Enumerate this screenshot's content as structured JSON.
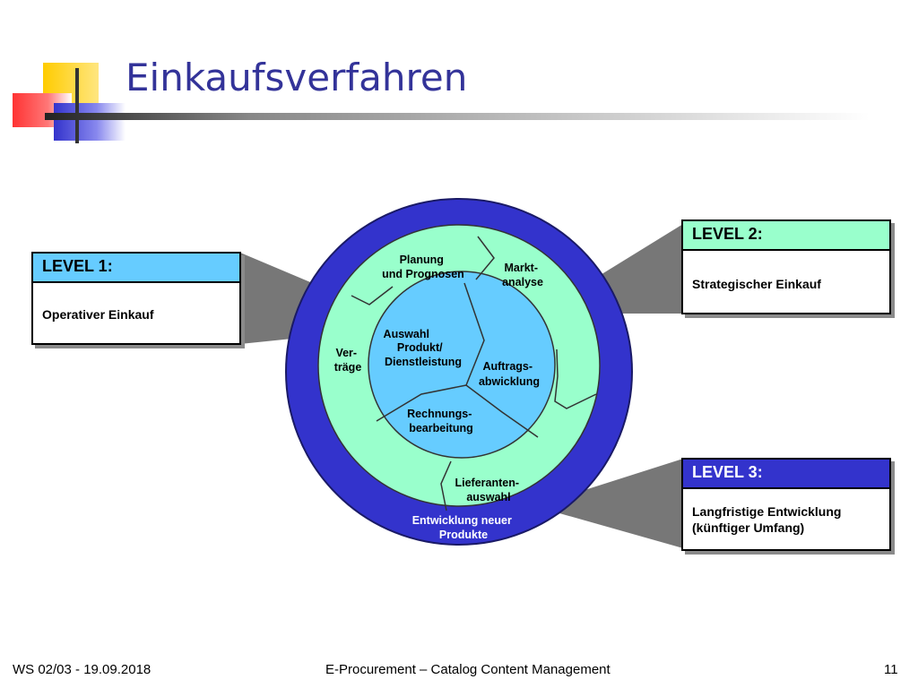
{
  "slide": {
    "title": "Einkaufsverfahren",
    "footer": {
      "left": "WS 02/03 - 19.09.2018",
      "center": "E-Procurement – Catalog Content Management",
      "page_number": "11"
    }
  },
  "diagram": {
    "inner_ring": [
      {
        "lines": [
          "Auswahl",
          "Produkt/",
          "Dienstleistung"
        ]
      },
      {
        "lines": [
          "Auftrags-",
          "abwicklung"
        ]
      },
      {
        "lines": [
          "Rechnungs-",
          "bearbeitung"
        ]
      }
    ],
    "middle_ring": [
      {
        "lines": [
          "Planung",
          "und Prognosen"
        ]
      },
      {
        "lines": [
          "Markt-",
          "analyse"
        ]
      },
      {
        "lines": [
          "Ver-",
          "träge"
        ]
      },
      {
        "lines": [
          "Lieferanten-",
          "auswahl"
        ]
      }
    ],
    "outer_ring": {
      "lines": [
        "Entwicklung neuer",
        "Produkte"
      ]
    },
    "levels": [
      {
        "heading": "LEVEL 1:",
        "lines": [
          "Operativer Einkauf"
        ],
        "header_color": "#66ccff"
      },
      {
        "heading": "LEVEL 2:",
        "lines": [
          "Strategischer Einkauf"
        ],
        "header_color": "#99ffcc"
      },
      {
        "heading": "LEVEL 3:",
        "lines": [
          "Langfristige Entwicklung",
          "(künftiger Umfang)"
        ],
        "header_color": "#3333cc"
      }
    ],
    "colors": {
      "outer_ring": "#3333cc",
      "middle_ring": "#99ffcc",
      "inner_ring": "#66ccff",
      "callout": "#777777",
      "title": "#333399"
    }
  }
}
